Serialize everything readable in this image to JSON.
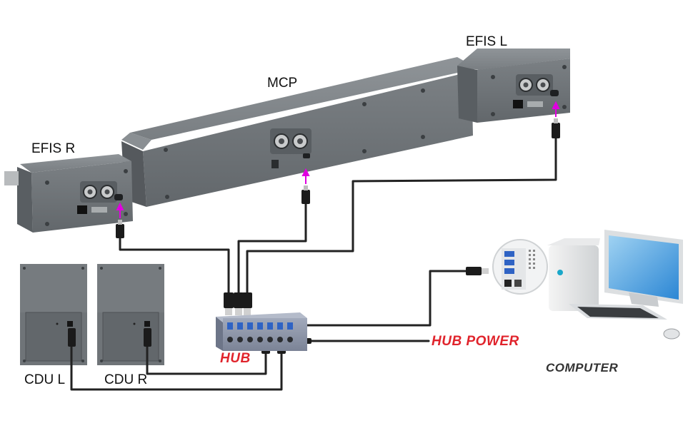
{
  "labels": {
    "efis_l": "EFIS L",
    "mcp": "MCP",
    "efis_r": "EFIS R",
    "cdu_l": "CDU L",
    "cdu_r": "CDU R",
    "hub": "HUB",
    "hub_power": "HUB  POWER",
    "computer": "COMPUTER"
  },
  "colors": {
    "device_body": "#6e7377",
    "device_dark": "#54595d",
    "cable": "#222222",
    "usb_plug": "#1b1b1b",
    "usb_tip": "#c9c9c9",
    "hub_body": "#8b93a6",
    "hub_port": "#2f63c4",
    "arrow": "#e000e0",
    "highlight_red": "#e0242c"
  },
  "icons": [
    "usb-plug-icon",
    "connector-icon",
    "ethernet-port-icon",
    "up-arrow-icon",
    "monitor-icon",
    "keyboard-icon",
    "mouse-icon"
  ]
}
